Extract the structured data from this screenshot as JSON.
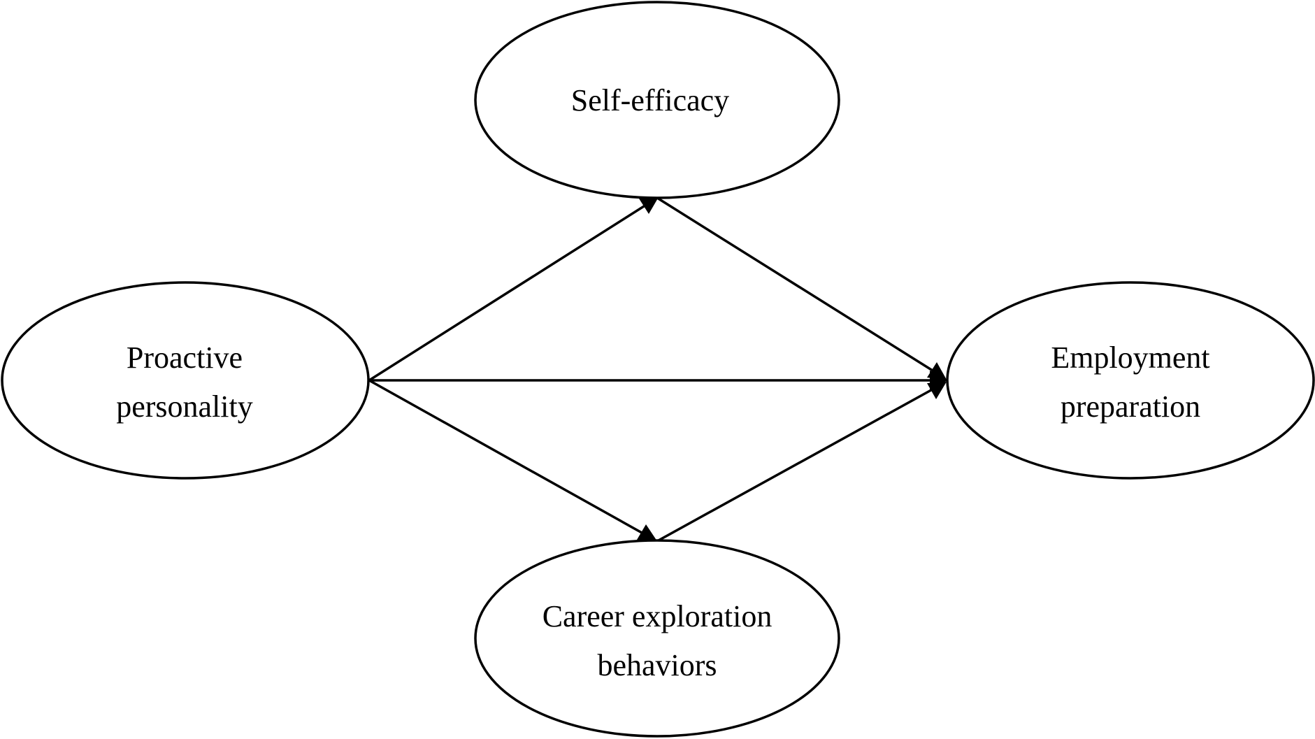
{
  "diagram": {
    "nodes": [
      {
        "id": "self-efficacy",
        "lines": [
          "Self-efficacy"
        ]
      },
      {
        "id": "proactive-personality",
        "lines": [
          "Proactive",
          "personality"
        ]
      },
      {
        "id": "employment-preparation",
        "lines": [
          "Employment",
          "preparation"
        ]
      },
      {
        "id": "career-exploration-behaviors",
        "lines": [
          "Career exploration",
          "behaviors"
        ]
      }
    ],
    "edges": [
      {
        "from": "proactive-personality",
        "to": "self-efficacy"
      },
      {
        "from": "proactive-personality",
        "to": "employment-preparation"
      },
      {
        "from": "proactive-personality",
        "to": "career-exploration-behaviors"
      },
      {
        "from": "self-efficacy",
        "to": "employment-preparation"
      },
      {
        "from": "career-exploration-behaviors",
        "to": "employment-preparation"
      }
    ],
    "colors": {
      "stroke": "#000000",
      "fill": "#ffffff",
      "text": "#000000"
    }
  }
}
